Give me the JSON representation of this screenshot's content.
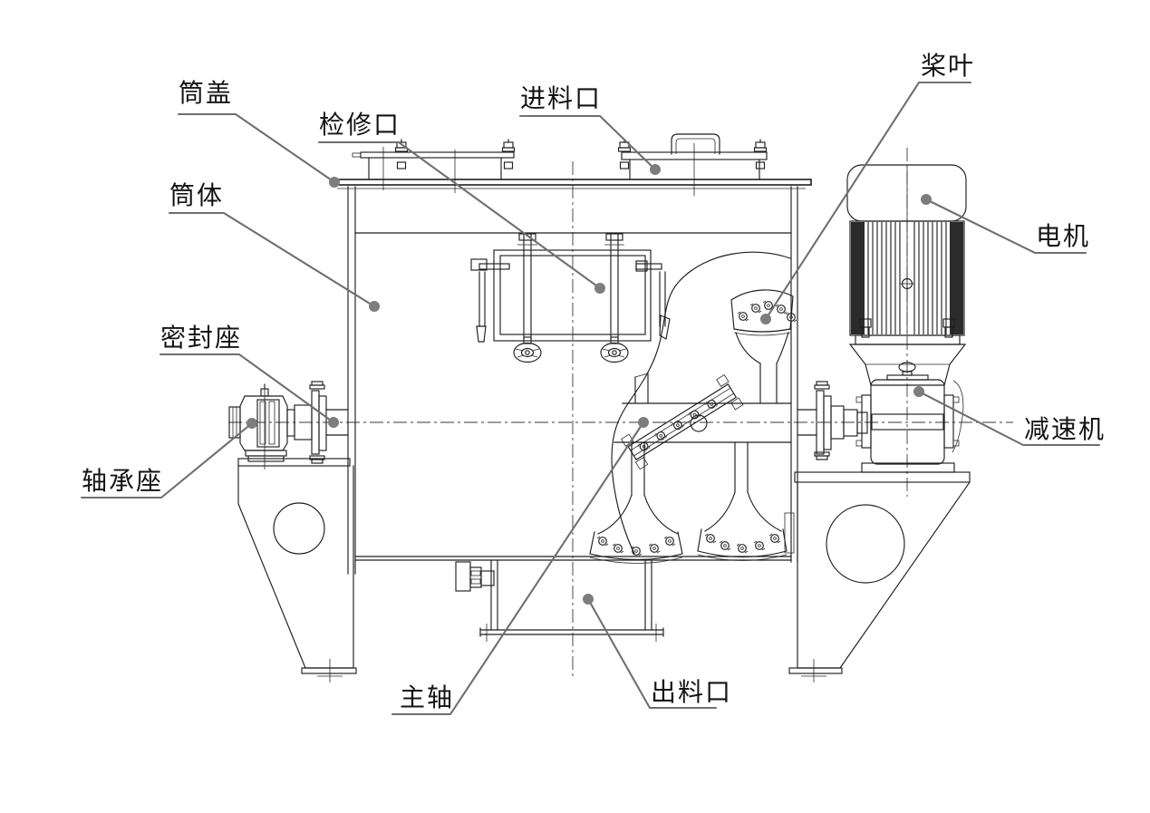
{
  "figure": {
    "type": "engineering-line-drawing",
    "colors": {
      "line": "#1f1f1f",
      "leader": "#6f6f6f",
      "background": "#ffffff"
    },
    "labels": [
      {
        "id": "cylinder-cover",
        "text": "筒盖"
      },
      {
        "id": "inspection-port",
        "text": "检修口"
      },
      {
        "id": "feed-inlet",
        "text": "进料口"
      },
      {
        "id": "paddle-blade",
        "text": "桨叶"
      },
      {
        "id": "cylinder-body",
        "text": "筒体"
      },
      {
        "id": "motor",
        "text": "电机"
      },
      {
        "id": "seal-seat",
        "text": "密封座"
      },
      {
        "id": "reducer",
        "text": "减速机"
      },
      {
        "id": "bearing-seat",
        "text": "轴承座"
      },
      {
        "id": "main-shaft",
        "text": "主轴"
      },
      {
        "id": "discharge-outlet",
        "text": "出料口"
      }
    ]
  }
}
